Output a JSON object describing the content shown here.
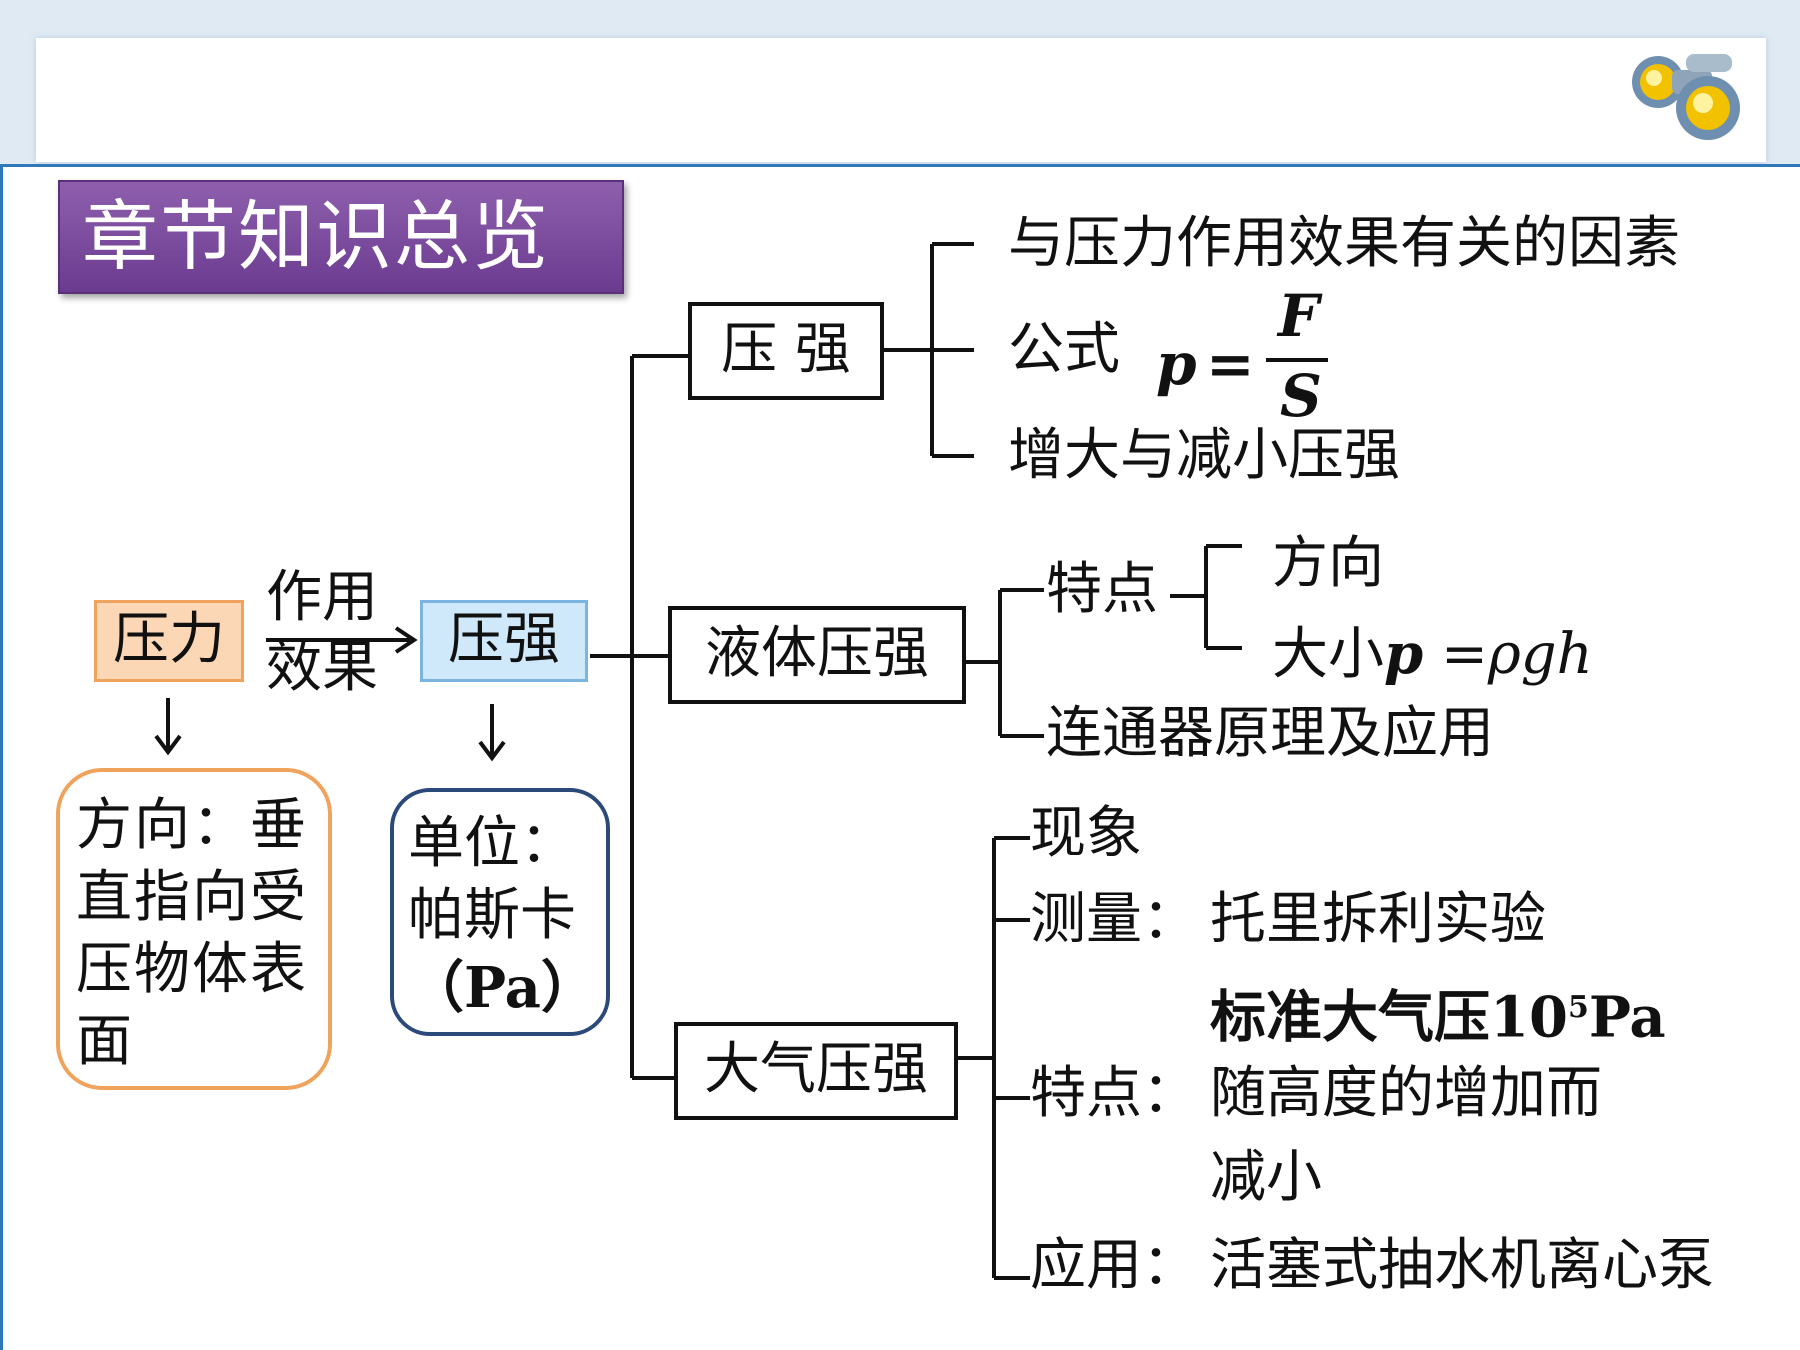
{
  "title": "章节知识总览",
  "root": {
    "force_label": "压力",
    "arrow_label_line1": "作用",
    "arrow_label_line2": "效果",
    "pressure_label": "压强",
    "force_direction": [
      "方向：垂",
      "直指向受",
      "压物体表",
      "面"
    ],
    "pressure_unit": [
      "单位：",
      "帕斯卡",
      "（Pa）"
    ]
  },
  "branches": {
    "solid": {
      "label": "压  强",
      "items": {
        "factors": "与压力作用效果有关的因素",
        "formula_prefix": "公式",
        "formula_p": "p",
        "formula_eq": "=",
        "formula_num": "F",
        "formula_den": "S",
        "change": "增大与减小压强"
      }
    },
    "liquid": {
      "label": "液体压强",
      "features_label": "特点",
      "direction": "方向",
      "magnitude_prefix": "大小",
      "magnitude_formula_p": "p",
      "magnitude_formula_rest": " =ρgh",
      "connector": "连通器原理及应用"
    },
    "atmosphere": {
      "label": "大气压强",
      "phenomenon": "现象",
      "measure_label": "测量：",
      "measure_value": "托里拆利实验",
      "standard_prefix": "标准大气压10",
      "standard_exp": "5",
      "standard_unit": "Pa",
      "feature_label": "特点：",
      "feature_value_line1": "随高度的增加而",
      "feature_value_line2": "减小",
      "application_label": "应用：",
      "application_value": "活塞式抽水机离心泵"
    }
  },
  "icons": {
    "corner": "binoculars-icon"
  },
  "colors": {
    "title_bg": "#7a4a9e",
    "frame": "#2f78b9",
    "force_bg": "#fbd7b5",
    "pressure_bg": "#cfe8fa"
  }
}
